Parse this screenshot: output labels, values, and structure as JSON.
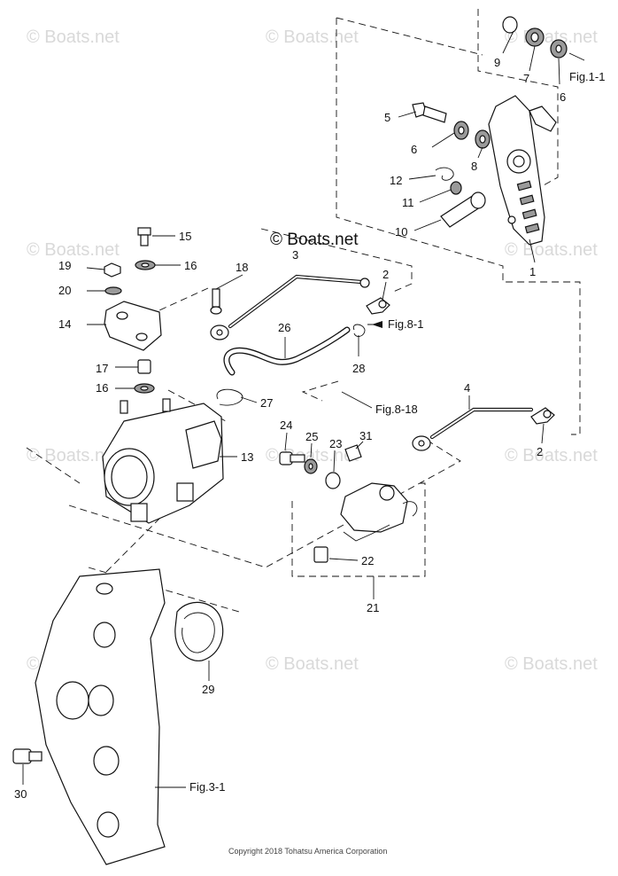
{
  "watermark": {
    "text": "© Boats.net",
    "main_text": "© Boats.net"
  },
  "callouts": {
    "c1": "1",
    "c2a": "2",
    "c2b": "2",
    "c3": "3",
    "c4": "4",
    "c5": "5",
    "c6a": "6",
    "c6b": "6",
    "c7": "7",
    "c8": "8",
    "c9": "9",
    "c10": "10",
    "c11": "11",
    "c12": "12",
    "c13": "13",
    "c14": "14",
    "c15": "15",
    "c16a": "16",
    "c16b": "16",
    "c17": "17",
    "c18": "18",
    "c19": "19",
    "c20": "20",
    "c21": "21",
    "c22": "22",
    "c23": "23",
    "c24": "24",
    "c25": "25",
    "c26": "26",
    "c27": "27",
    "c28": "28",
    "c29": "29",
    "c30": "30",
    "c31": "31"
  },
  "figure_refs": {
    "fig1_1": "Fig.1-1",
    "fig8_1": "Fig.8-1",
    "fig8_18": "Fig.8-18",
    "fig3_1": "Fig.3-1"
  },
  "copyright": "Copyright 2018 Tohatsu America Corporation"
}
